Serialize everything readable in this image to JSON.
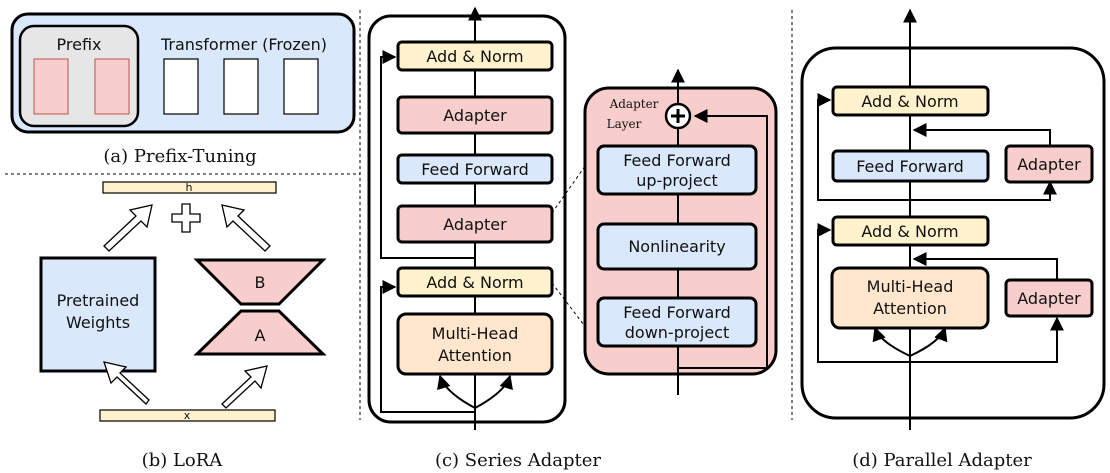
{
  "colors": {
    "blue": "#dae8fc",
    "pink": "#f8cecc",
    "yellow": "#fff2cc",
    "orange": "#ffe6cc",
    "gray": "#e6e6e6",
    "stroke": "#000000"
  },
  "prefix_tuning": {
    "prefix_label": "Prefix",
    "transformer_label": "Transformer (Frozen)",
    "caption": "(a) Prefix-Tuning"
  },
  "lora": {
    "h_label": "h",
    "x_label": "x",
    "pretrained_line1": "Pretrained",
    "pretrained_line2": "Weights",
    "b_label": "B",
    "a_label": "A",
    "caption": "(b) LoRA"
  },
  "series_adapter": {
    "add_norm_top": "Add & Norm",
    "adapter_top": "Adapter",
    "feed_forward": "Feed Forward",
    "adapter_mid": "Adapter",
    "add_norm_bottom": "Add & Norm",
    "mha_line1": "Multi-Head",
    "mha_line2": "Attention",
    "caption": "(c) Series Adapter"
  },
  "adapter_layer": {
    "title_line1": "Adapter",
    "title_line2": "Layer",
    "ff_up_line1": "Feed Forward",
    "ff_up_line2": "up-project",
    "nonlinearity": "Nonlinearity",
    "ff_down_line1": "Feed Forward",
    "ff_down_line2": "down-project"
  },
  "parallel_adapter": {
    "add_norm_top": "Add & Norm",
    "feed_forward": "Feed Forward",
    "adapter_top": "Adapter",
    "add_norm_bottom": "Add & Norm",
    "mha_line1": "Multi-Head",
    "mha_line2": "Attention",
    "adapter_bottom": "Adapter",
    "caption": "(d) Parallel Adapter"
  }
}
